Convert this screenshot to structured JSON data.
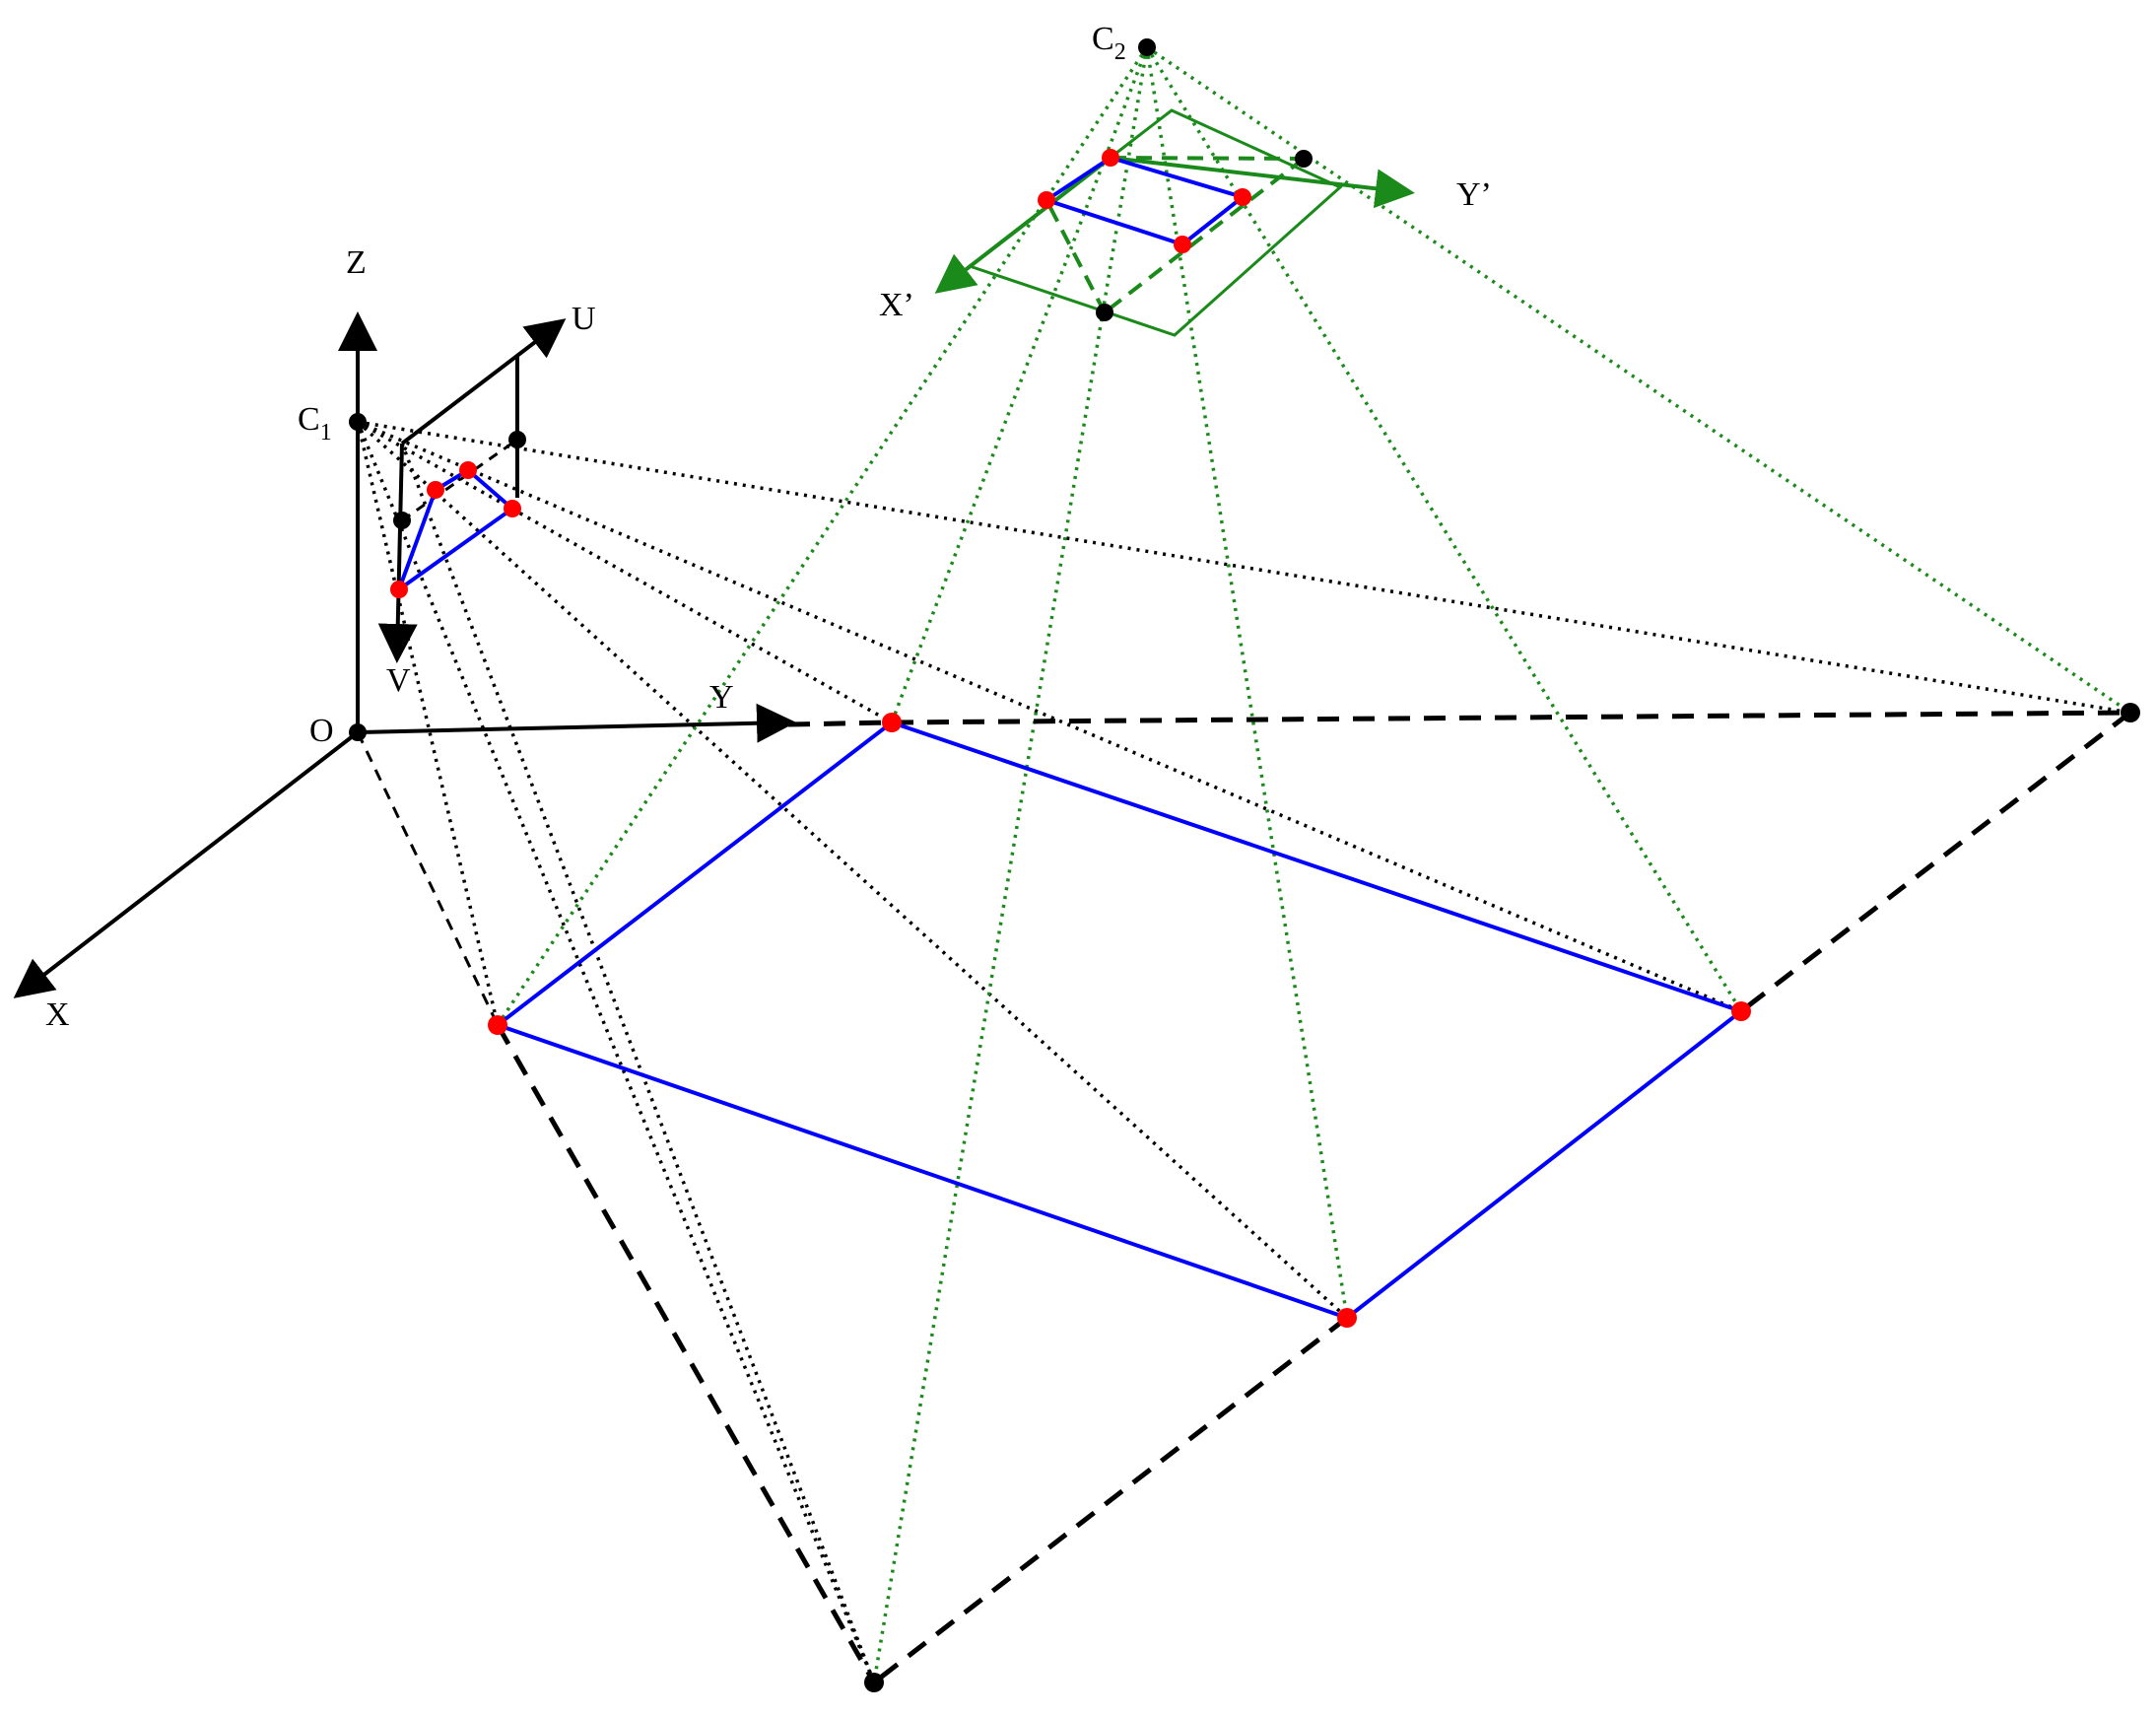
{
  "labels": {
    "z_axis": "Z",
    "u_axis": "U",
    "c1": "C",
    "c1_sub": "1",
    "v_axis": "V",
    "origin": "O",
    "y_axis": "Y",
    "x_axis": "X",
    "c2": "C",
    "c2_sub": "2",
    "y_prime": "Y’",
    "x_prime": "X’"
  },
  "colors": {
    "black": "#000000",
    "blue": "#0000ff",
    "green": "#1a8a1a",
    "red": "#ff0000"
  }
}
